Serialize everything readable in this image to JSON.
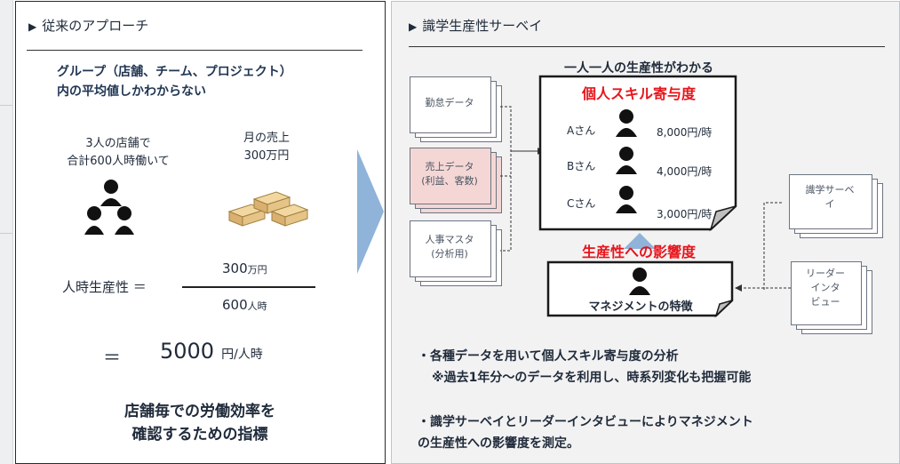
{
  "left": {
    "header": "従来のアプローチ",
    "intro_line1": "グループ（店舗、チーム、プロジェクト）",
    "intro_line2": "内の平均値しかわからない",
    "store_line1": "3人の店舗で",
    "store_line2": "合計600人時働いて",
    "sales_line1": "月の売上",
    "sales_line2": "300万円",
    "productivity_label": "人時生産性 ＝",
    "numerator_value": "300",
    "numerator_unit": "万円",
    "denominator_value": "600",
    "denominator_unit": "人時",
    "equals": "＝",
    "result_value": "5000",
    "result_unit": "円/人時",
    "footer_line1": "店舗毎での労働効率を",
    "footer_line2": "確認するための指標"
  },
  "right": {
    "header": "識学生産性サーベイ",
    "center_caption": "一人一人の生産性がわかる",
    "skill_title": "個人スキル寄与度",
    "persons": [
      {
        "name": "Aさん",
        "value": "8,000円/時"
      },
      {
        "name": "Bさん",
        "value": "4,000円/時"
      },
      {
        "name": "Cさん",
        "value": "3,000円/時"
      }
    ],
    "docs": {
      "attendance": "勤怠データ",
      "sales_line1": "売上データ",
      "sales_line2": "(利益、客数)",
      "hr_line1": "人事マスタ",
      "hr_line2": "(分析用)",
      "survey_line1": "識学サーベ",
      "survey_line2": "イ",
      "leader_line1": "リーダー",
      "leader_line2": "インタ",
      "leader_line3": "ビュー"
    },
    "impact_title": "生産性への影響度",
    "management_label": "マネジメントの特徴",
    "bullet1_line1": "・各種データを用いて個人スキル寄与度の分析",
    "bullet1_line2": "※過去1年分～のデータを利用し、時系列変化も把握可能",
    "bullet2_line1": "・識学サーベイとリーダーインタビューによりマネジメント",
    "bullet2_line2": "の生産性への影響度を測定。"
  },
  "colors": {
    "accent_red": "#e8141a",
    "arrow_blue": "#8fb3d9",
    "pink_doc": "#f4d7d5",
    "panel_gray": "#f2f2f2"
  }
}
